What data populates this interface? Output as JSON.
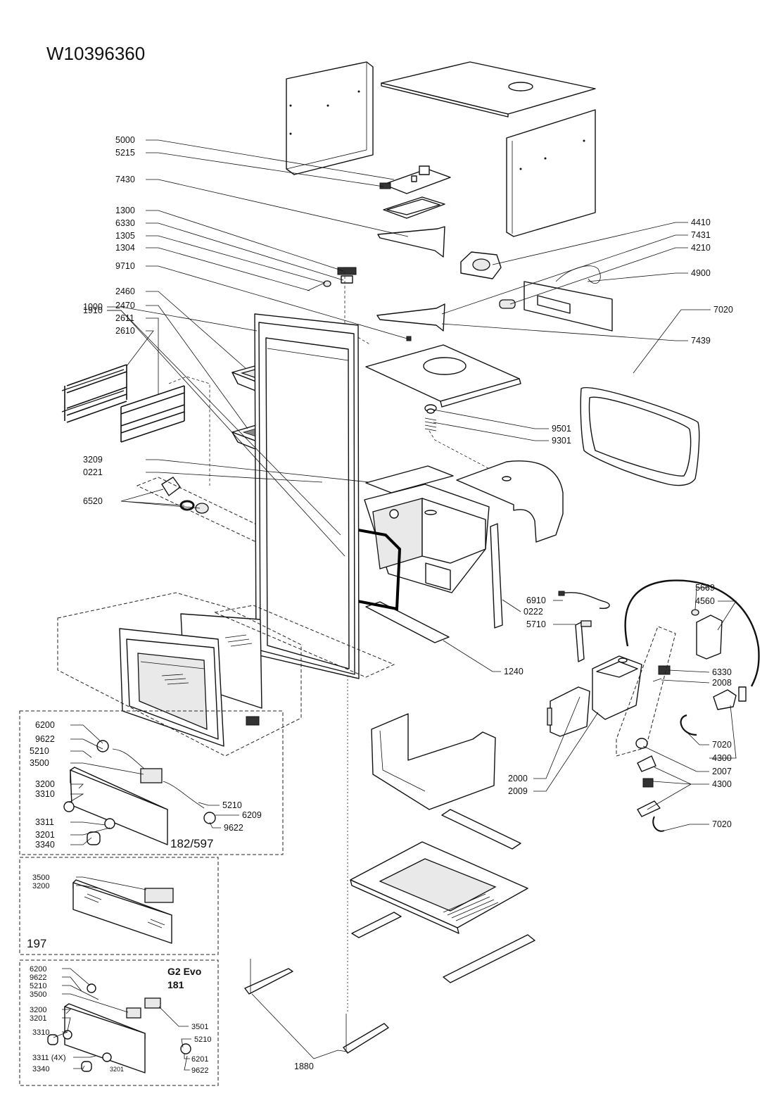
{
  "title": "W10396360",
  "boxes": {
    "b182": "182/597",
    "b197": "197",
    "g2_line1": "G2 Evo",
    "g2_line2": "181"
  },
  "labels": {
    "l5000": "5000",
    "l5215": "5215",
    "l7430": "7430",
    "l1300": "1300",
    "l6330a": "6330",
    "l1305": "1305",
    "l1304": "1304",
    "l9710": "9710",
    "l2460": "2460",
    "l2470": "2470",
    "l2611": "2611",
    "l2610": "2610",
    "l4410": "4410",
    "l7431": "7431",
    "l4210": "4210",
    "l4900": "4900",
    "l7439": "7439",
    "l9501": "9501",
    "l9301": "9301",
    "l3209": "3209",
    "l0221": "0221",
    "l6520": "6520",
    "l1910": "1910",
    "l1000": "1000",
    "l7020a": "7020",
    "l6910": "6910",
    "l0222": "0222",
    "l5669": "5669",
    "l4560": "4560",
    "l5710": "5710",
    "l1240": "1240",
    "l6330b": "6330",
    "l2008": "2008",
    "l7020b": "7020",
    "l4300a": "4300",
    "l2007": "2007",
    "l4300b": "4300",
    "l2000": "2000",
    "l2009": "2009",
    "l7020c": "7020",
    "l1880": "1880",
    "a6200": "6200",
    "a9622": "9622",
    "a5210": "5210",
    "a3500": "3500",
    "a3200": "3200",
    "a3310": "3310",
    "a3311": "3311",
    "a3201": "3201",
    "a3340": "3340",
    "a5210r": "5210",
    "a6209": "6209",
    "a9622r": "9622",
    "b3500": "3500",
    "b3200": "3200",
    "c6200": "6200",
    "c9622": "9622",
    "c5210": "5210",
    "c3500": "3500",
    "c3200": "3200",
    "c3201": "3201",
    "c3310": "3310",
    "c3311": "3311 (4X)",
    "c3340": "3340",
    "c3201b": "3201",
    "c3501": "3501",
    "c5210r": "5210",
    "c6201": "6201",
    "c9622r": "9622"
  }
}
